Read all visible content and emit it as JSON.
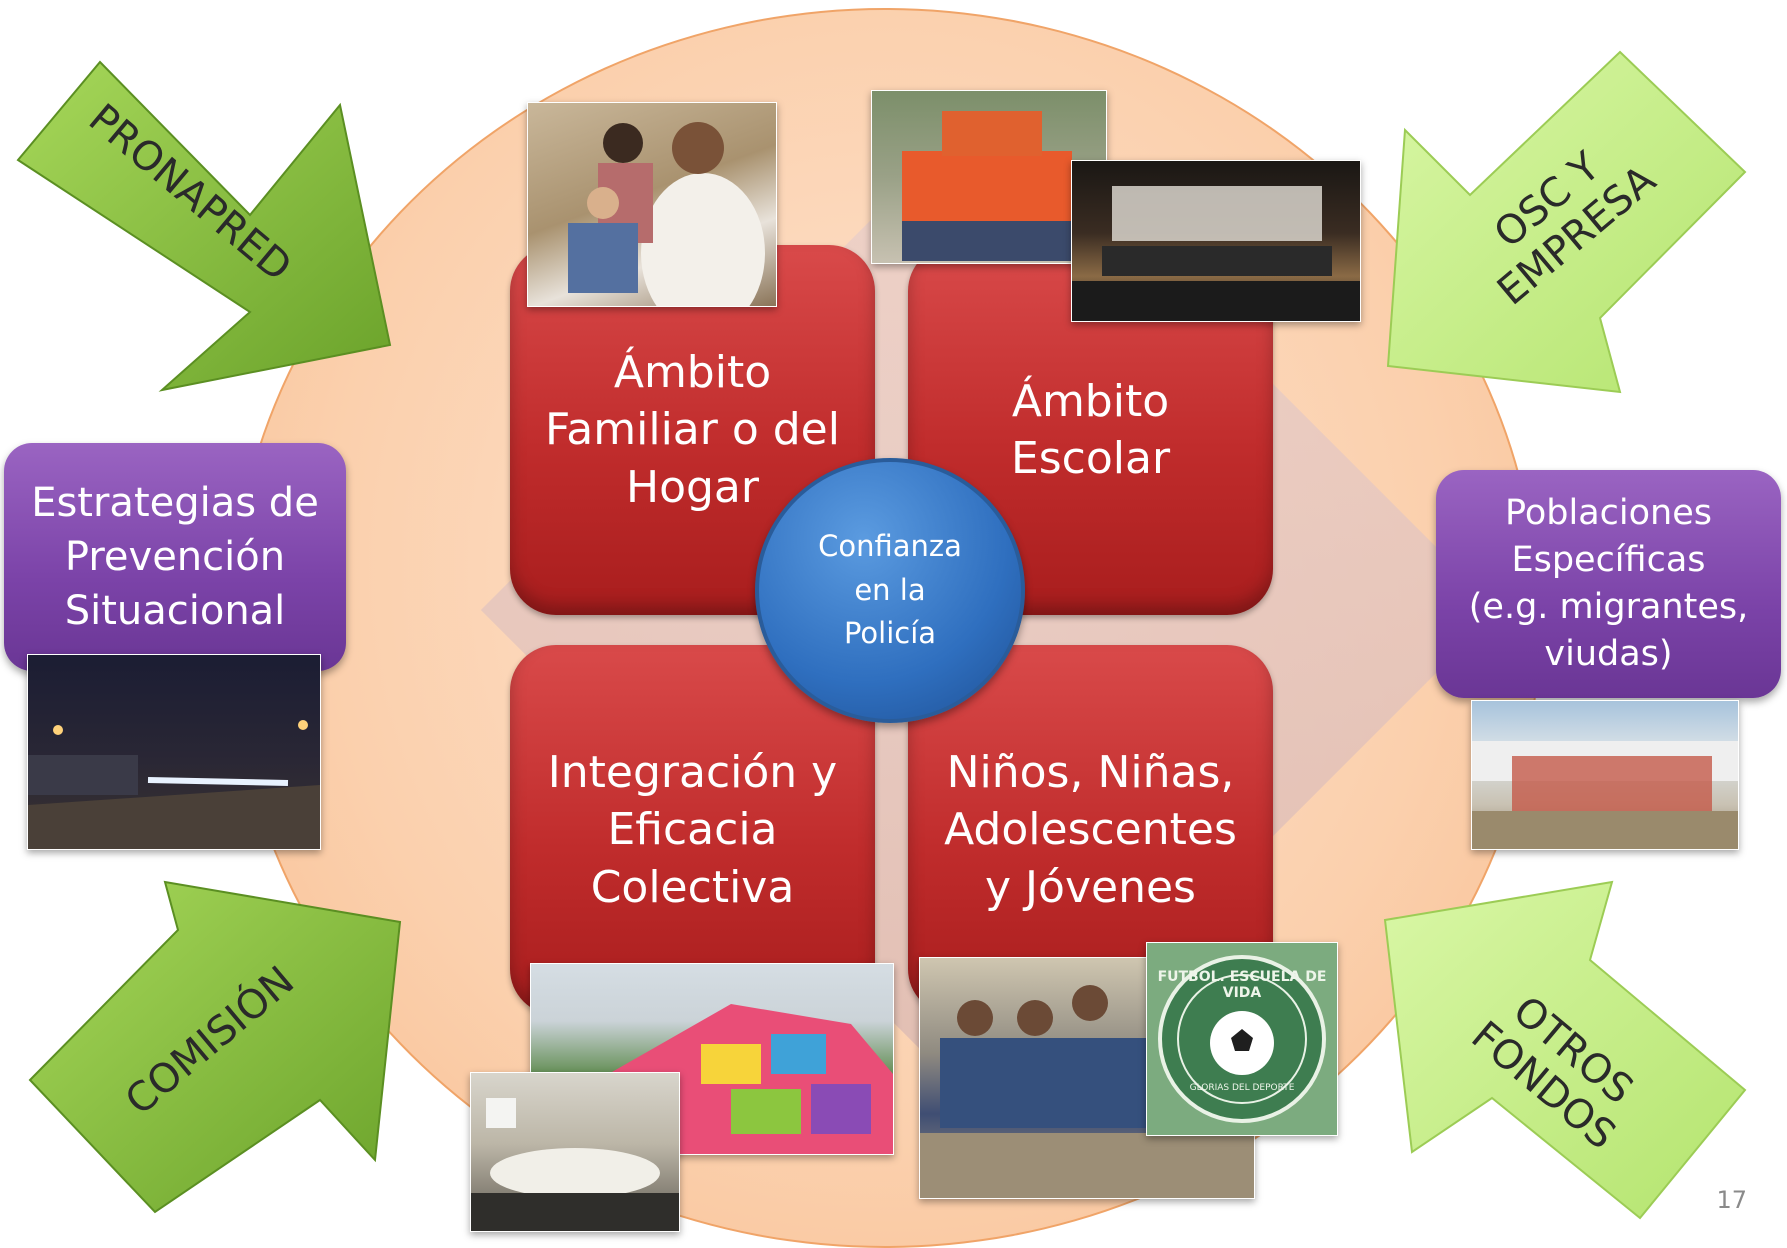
{
  "quadrants": {
    "top_left": "Ámbito\nFamiliar o del\nHogar",
    "top_right": "Ámbito\nEscolar",
    "bottom_left": "Integración y\nEficacia\nColectiva",
    "bottom_right": "Niños, Niñas,\nAdolescentes\ny Jóvenes"
  },
  "center": "Confianza\nen la\nPolicía",
  "left_box": "Estrategias de\nPrevención\nSituacional",
  "right_box": "Poblaciones\nEspecíficas\n(e.g. migrantes,\nviudas)",
  "arrows": {
    "top_left": "PRONAPRED",
    "top_right": "OSC Y\nEMPRESA",
    "bottom_left": "COMISIÓN",
    "bottom_right": "OTROS\nFONDOS"
  },
  "logo_text": {
    "ring": "FUTBOL. ESCUELA DE VIDA",
    "sub": "GLORIAS DEL DEPORTE"
  },
  "page_number": "17",
  "colors": {
    "quadrant": "#c02c2c",
    "center": "#2f6fbf",
    "purple_box": "#7b43a8",
    "arrow": "#8cc63f",
    "arrow_light": "#c8ef8a",
    "background_circle": "#fbd0ad"
  }
}
